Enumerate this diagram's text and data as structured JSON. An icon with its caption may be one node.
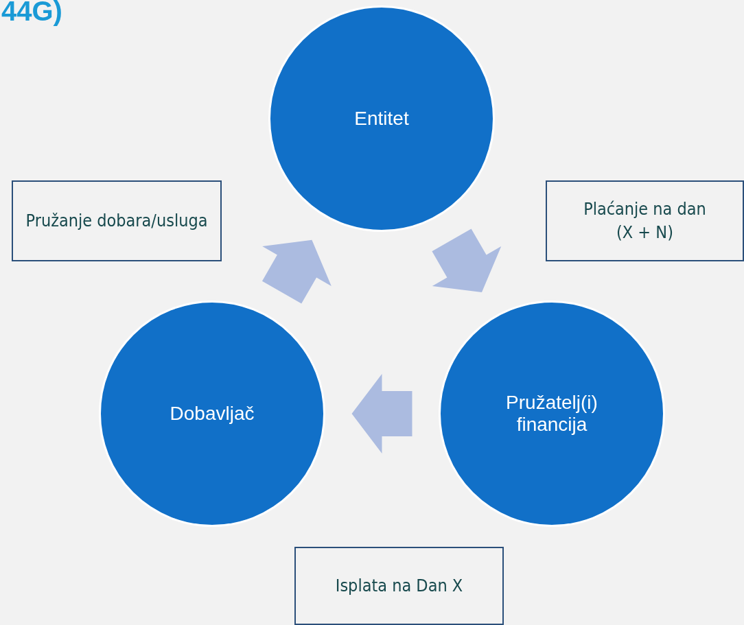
{
  "diagram": {
    "title": "44G)",
    "nodes": [
      {
        "text": [
          "Entitet"
        ]
      },
      {
        "text": [
          "Pružanje dobara/usluga"
        ]
      },
      {
        "text": [
          "Plaćanje na dan (X + N)"
        ]
      },
      {
        "text": [
          "Dobavljač"
        ]
      },
      {
        "text": [
          "Pružatelj(i) financija"
        ]
      },
      {
        "text": [
          "Isplata na Dan X"
        ]
      }
    ],
    "edges": [
      {
        "from": 3,
        "to": 0,
        "arrow": "to"
      },
      {
        "from": 0,
        "to": 4,
        "arrow": "to"
      },
      {
        "from": 4,
        "to": 3,
        "arrow": "to"
      }
    ]
  }
}
